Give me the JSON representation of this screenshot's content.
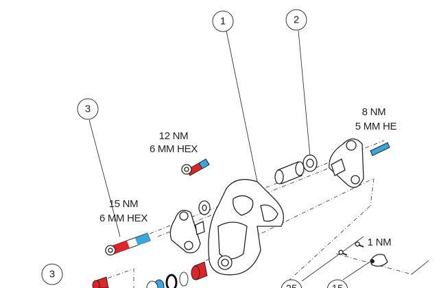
{
  "callouts": [
    {
      "number": "1"
    },
    {
      "number": "2"
    },
    {
      "number": "3"
    },
    {
      "number": "3"
    },
    {
      "number": "25"
    },
    {
      "number": "15"
    }
  ],
  "torque_specs": [
    {
      "torque": "12 NM",
      "tool": "6 MM HEX"
    },
    {
      "torque": "15 NM",
      "tool": "6 MM HEX"
    },
    {
      "torque": "8 NM",
      "tool": "5 MM HE"
    },
    {
      "torque": "1 NM"
    }
  ],
  "colors": {
    "threadlock_red": "#e0242b",
    "grease_blue": "#3aa7dc",
    "line": "#222222"
  }
}
